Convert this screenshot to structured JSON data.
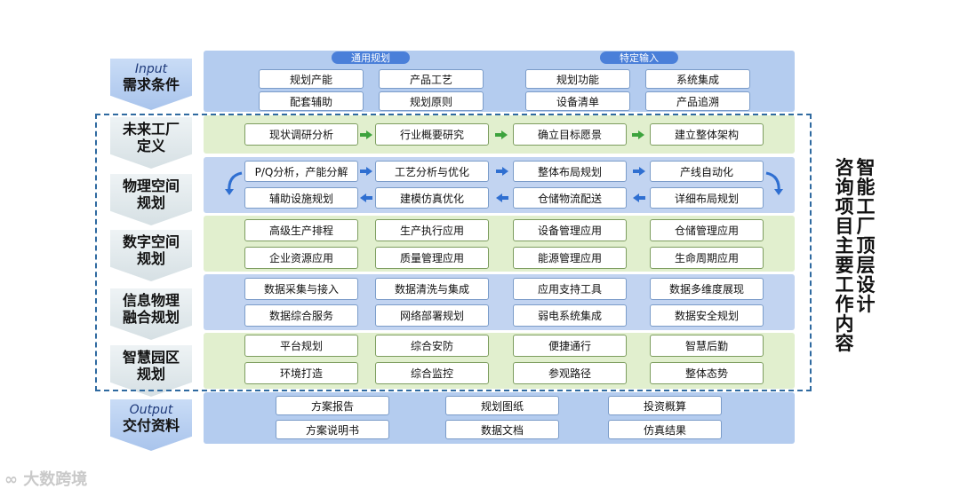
{
  "stages": [
    {
      "en": "Input",
      "cn": "需求条件"
    },
    {
      "cn1": "未来工厂",
      "cn2": "定义"
    },
    {
      "cn1": "物理空间",
      "cn2": "规划"
    },
    {
      "cn1": "数字空间",
      "cn2": "规划"
    },
    {
      "cn1": "信息物理",
      "cn2": "融合规划"
    },
    {
      "cn1": "智慧园区",
      "cn2": "规划"
    },
    {
      "en": "Output",
      "cn": "交付资料"
    }
  ],
  "input": {
    "general_label": "通用规划",
    "specific_label": "特定输入",
    "items": [
      "规划产能",
      "产品工艺",
      "规划功能",
      "系统集成",
      "配套辅助",
      "规划原则",
      "设备清单",
      "产品追溯"
    ]
  },
  "future": [
    "现状调研分析",
    "行业概要研究",
    "确立目标愿景",
    "建立整体架构"
  ],
  "physical": {
    "row1": [
      "P/Q分析，产能分解",
      "工艺分析与优化",
      "整体布局规划",
      "产线自动化"
    ],
    "row2": [
      "辅助设施规划",
      "建模仿真优化",
      "仓储物流配送",
      "详细布局规划"
    ]
  },
  "digital": [
    "高级生产排程",
    "生产执行应用",
    "设备管理应用",
    "仓储管理应用",
    "企业资源应用",
    "质量管理应用",
    "能源管理应用",
    "生命周期应用"
  ],
  "cps": [
    "数据采集与接入",
    "数据清洗与集成",
    "应用支持工具",
    "数据多维度展现",
    "数据综合服务",
    "网络部署规划",
    "弱电系统集成",
    "数据安全规划"
  ],
  "park": [
    "平台规划",
    "综合安防",
    "便捷通行",
    "智慧后勤",
    "环境打造",
    "综合监控",
    "参观路径",
    "整体态势"
  ],
  "output": [
    "方案报告",
    "规划图纸",
    "投资概算",
    "方案说明书",
    "数据文档",
    "仿真结果"
  ],
  "side_title_col1": "智能工厂顶层设计",
  "side_title_col2": "咨询项目主要工作内容",
  "watermark": "大数跨境"
}
